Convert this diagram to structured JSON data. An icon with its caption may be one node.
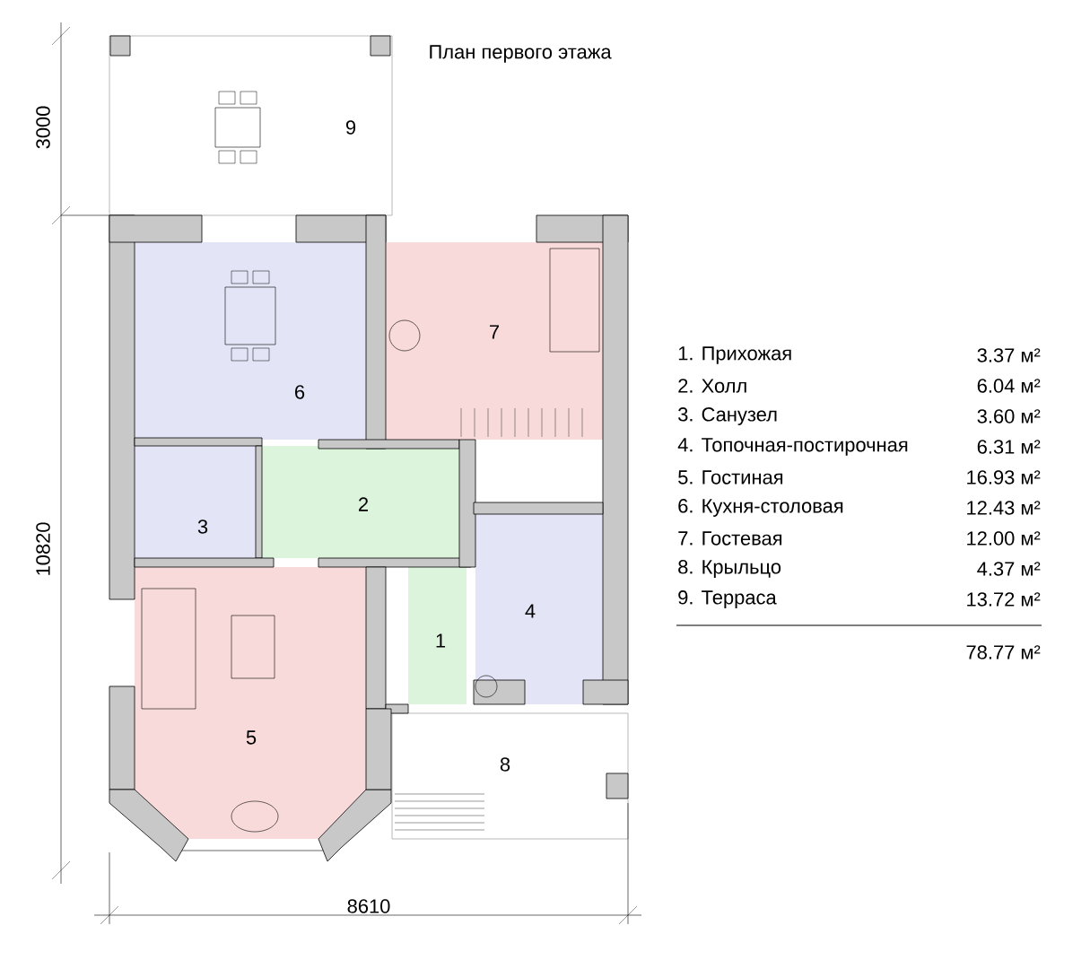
{
  "diagram": {
    "title": "План первого этажа",
    "nodes": [
      {
        "text": [
          "9"
        ]
      },
      {
        "text": [
          "6"
        ]
      },
      {
        "text": [
          "7"
        ]
      },
      {
        "text": [
          "3"
        ]
      },
      {
        "text": [
          "2"
        ]
      },
      {
        "text": [
          "4"
        ]
      },
      {
        "text": [
          "1"
        ]
      },
      {
        "text": [
          "5"
        ]
      },
      {
        "text": [
          "8"
        ]
      }
    ],
    "labels": [
      "3000",
      "10820",
      "1. Прихожая",
      "3.37 м²",
      "2. Холл",
      "6.04 м²",
      "3. Санузел",
      "3.60 м²",
      "4. Топочная-постирочная",
      "6.31 м²",
      "5. Гостиная",
      "16.93 м²",
      "6. Кухня-столовая",
      "12.43 м²",
      "7. Гостевая",
      "12.00 м²",
      "8. Крыльцо",
      "4.37 м²",
      "9. Терраса",
      "13.72 м²",
      "78.77 м²",
      "8610"
    ]
  }
}
